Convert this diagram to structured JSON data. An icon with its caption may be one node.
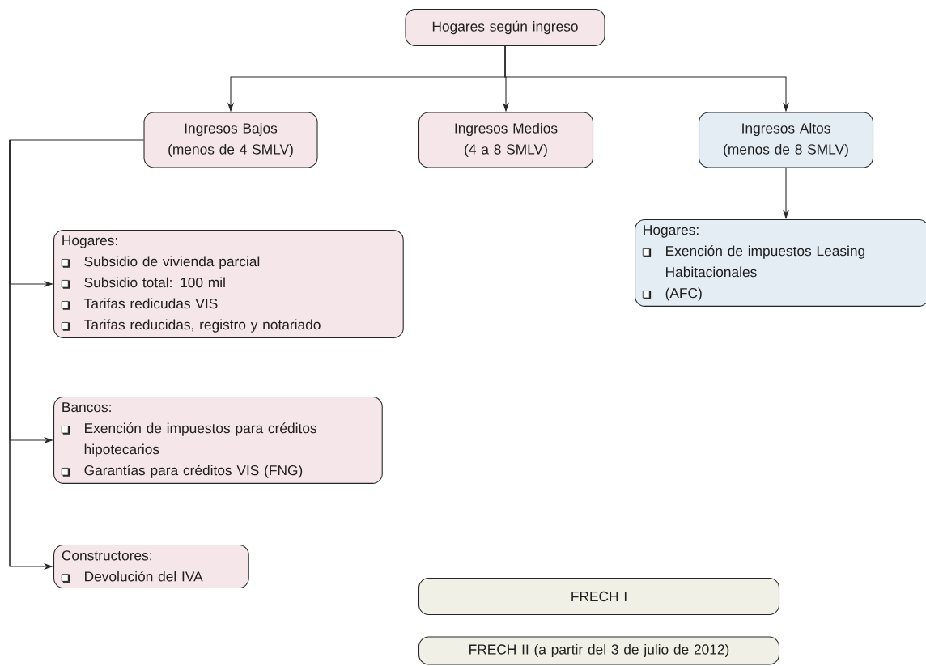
{
  "diagram": {
    "nodes": [
      {
        "text": [
          "Hogares según ingreso"
        ]
      },
      {
        "text": [
          "Ingresos Bajos (menos de 4 SMLV)"
        ]
      },
      {
        "text": [
          "Ingresos Medios (4 a 8 SMLV)"
        ]
      },
      {
        "text": [
          "Ingresos Altos (menos de 8 SMLV)"
        ]
      },
      {
        "text": [
          "Hogares:",
          "Subsidio de vivienda parcial",
          "Subsidio total: 100 mil",
          "Tarifas redicudas VIS",
          "Tarifas reducidas, registro y notariado"
        ]
      },
      {
        "text": [
          "Bancos:",
          "Exención de impuestos para créditos hipotecarios",
          "Garantías para créditos VIS (FNG)"
        ]
      },
      {
        "text": [
          "Constructores:",
          "Devolución del IVA"
        ]
      },
      {
        "text": [
          "Hogares:",
          "Exención de impuestos Leasing Habitacionales",
          "(AFC)"
        ]
      },
      {
        "text": [
          "FRECH I"
        ]
      },
      {
        "text": [
          "FRECH II (a partir del 3 de julio de 2012)"
        ]
      }
    ],
    "edges": [
      {
        "from": 0,
        "to": 1,
        "arrow": "to"
      },
      {
        "from": 0,
        "to": 2,
        "arrow": "to"
      },
      {
        "from": 0,
        "to": 3,
        "arrow": "to"
      },
      {
        "from": 3,
        "to": 7,
        "arrow": "to"
      },
      {
        "from": 1,
        "to": 4,
        "arrow": "to"
      },
      {
        "from": 1,
        "to": 5,
        "arrow": "to"
      },
      {
        "from": 1,
        "to": 6,
        "arrow": "to"
      }
    ]
  }
}
